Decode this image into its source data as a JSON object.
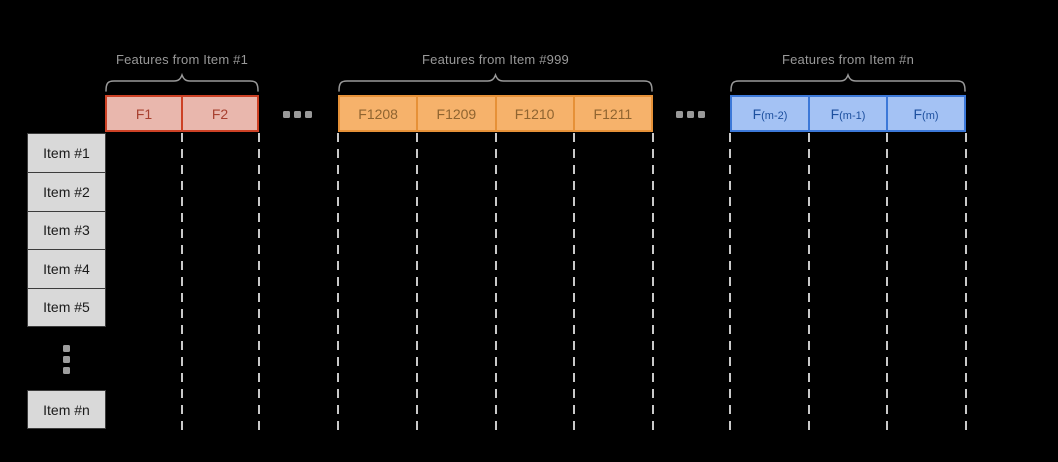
{
  "diagram": {
    "background_color": "#000000",
    "groups": [
      {
        "label": "Features from Item #1",
        "fill": "#e9b7ad",
        "border": "#cc4125",
        "text_color": "#a8402f",
        "cells": [
          {
            "text": "F1"
          },
          {
            "text": "F2"
          }
        ]
      },
      {
        "label": "Features from Item #999",
        "fill": "#f6b26b",
        "border": "#e69138",
        "text_color": "#8f6430",
        "cells": [
          {
            "text": "F1208"
          },
          {
            "text": "F1209"
          },
          {
            "text": "F1210"
          },
          {
            "text": "F1211"
          }
        ]
      },
      {
        "label": "Features from Item #n",
        "fill": "#a4c2f4",
        "border": "#3c78d8",
        "text_color": "#1c4f9e",
        "cells": [
          {
            "main": "F",
            "sub": "(m-2)"
          },
          {
            "main": "F",
            "sub": "(m-1)"
          },
          {
            "main": "F",
            "sub": "(m)"
          }
        ]
      }
    ],
    "rows": {
      "items": [
        "Item #1",
        "Item #2",
        "Item #3",
        "Item #4",
        "Item #5"
      ],
      "last_item": "Item #n"
    },
    "colors": {
      "label_text": "#999999",
      "brace": "#999999",
      "ellipsis_dots": "#9e9e9e",
      "dashed_line": "#c9c9c9",
      "row_fill": "#d9d9d9",
      "row_border": "#3c3c3c",
      "row_text": "#1a1a1a"
    }
  }
}
